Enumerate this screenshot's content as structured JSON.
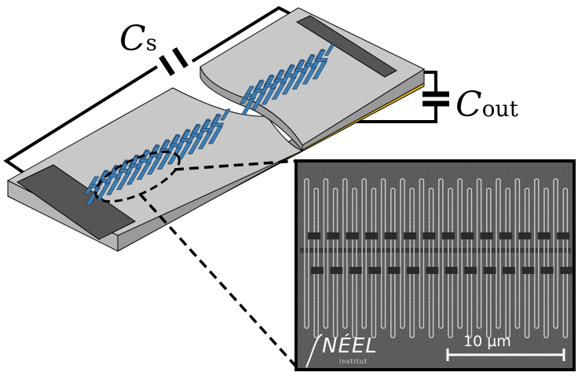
{
  "labels": {
    "cs_main": "C",
    "cs_sub": "s",
    "cout_main": "C",
    "cout_sub": "out"
  },
  "inset": {
    "scale_bar_label": "10 µm",
    "logo_text": "NÉEL",
    "logo_subtext": "institut"
  },
  "colors": {
    "chip_top": "#c8c8c8",
    "chip_side": "#a9a9a9",
    "gold_layer": "#e0b020",
    "junction_blue": "#3d7fb8",
    "pad_dark": "#555555",
    "sem_background": "#5a5a5a",
    "wire": "#000000"
  }
}
